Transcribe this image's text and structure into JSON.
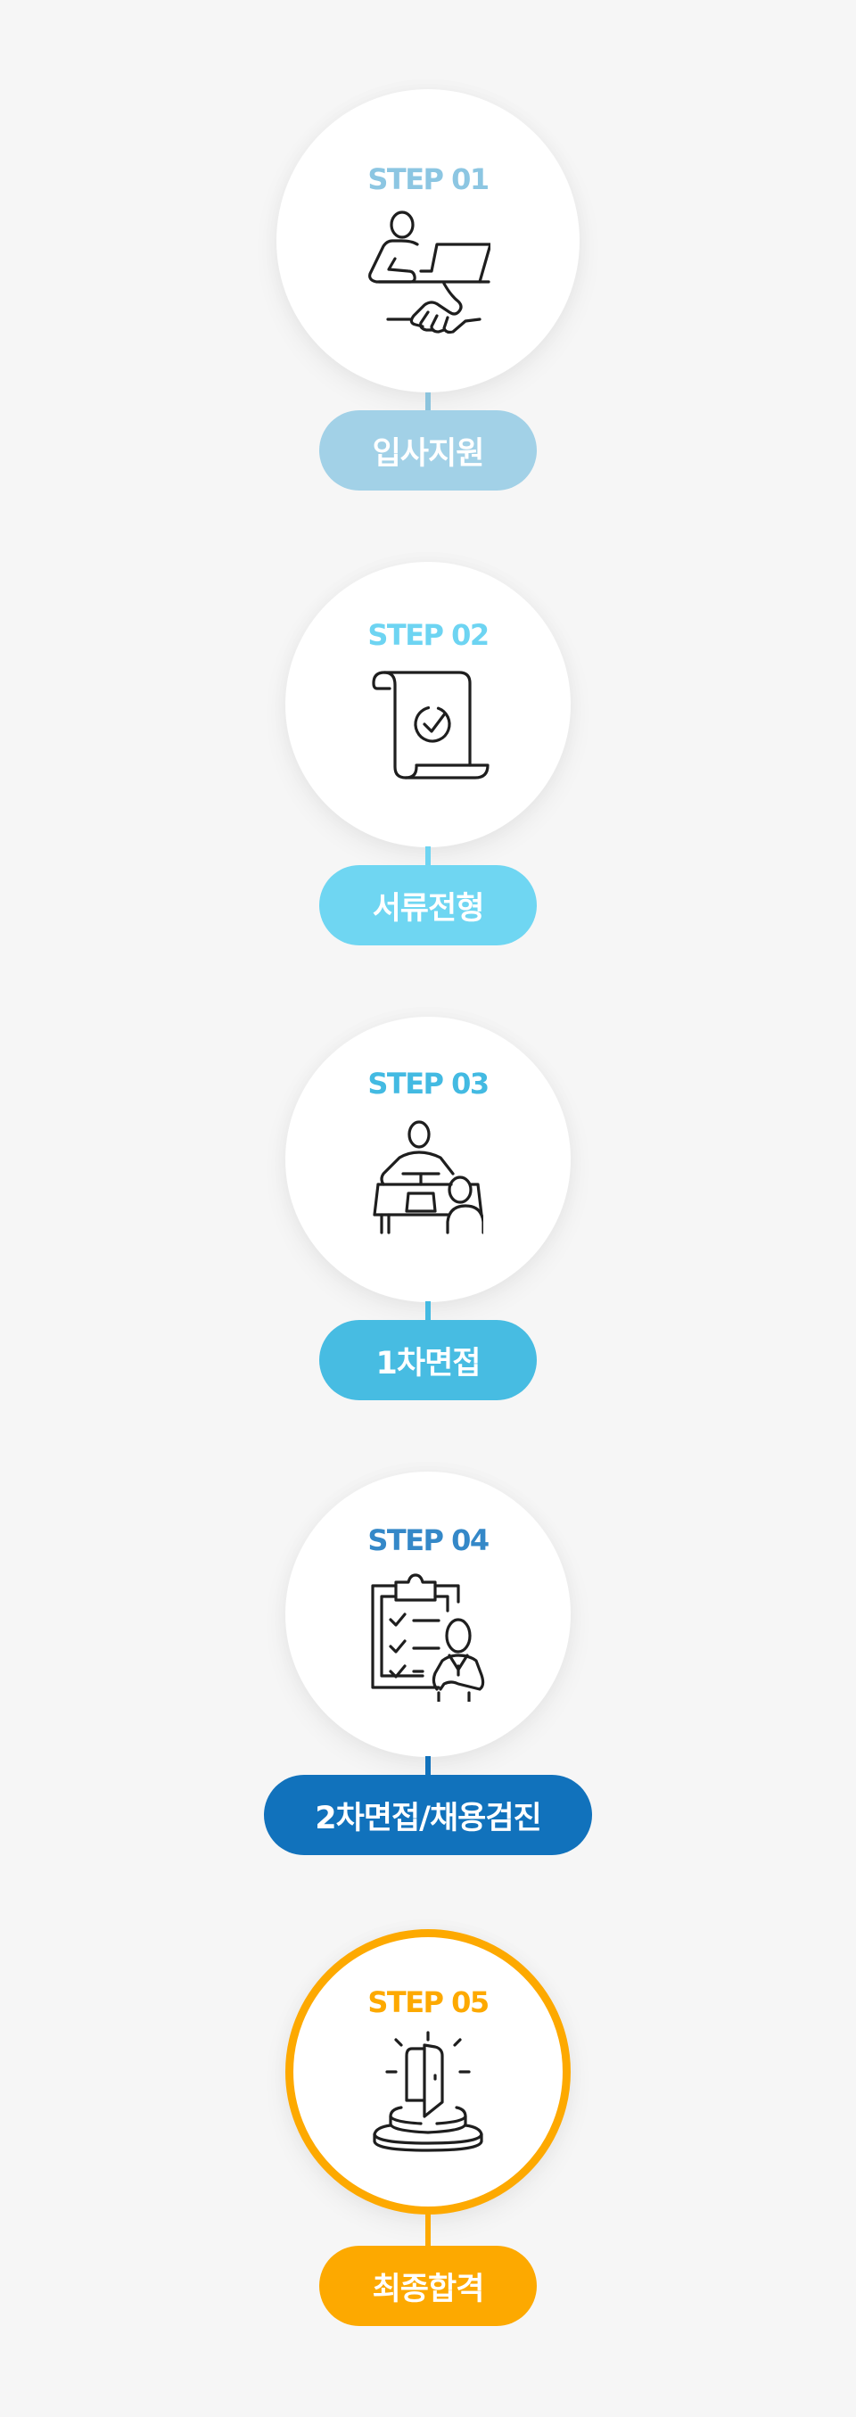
{
  "steps": [
    {
      "label": "STEP 01",
      "title": "입사지원",
      "icon": "applicant-handshake-icon",
      "text_color": "#8cc6e2",
      "pill_color": "#a2d1e7",
      "line_color": "#8cc4dd"
    },
    {
      "label": "STEP 02",
      "title": "서류전형",
      "icon": "document-check-scroll-icon",
      "text_color": "#6dd4f2",
      "pill_color": "#6fd6f2",
      "line_color": "#6dd4f2"
    },
    {
      "label": "STEP 03",
      "title": "1차면접",
      "icon": "interview-desk-icon",
      "text_color": "#43bae2",
      "pill_color": "#47bce2",
      "line_color": "#43bae2"
    },
    {
      "label": "STEP 04",
      "title": "2차면접/채용검진",
      "icon": "clipboard-checklist-person-icon",
      "text_color": "#3488c8",
      "pill_color": "#1172bc",
      "line_color": "#1172bc"
    },
    {
      "label": "STEP 05",
      "title": "최종합격",
      "icon": "open-door-podium-icon",
      "text_color": "#fda900",
      "pill_color": "#fda900",
      "line_color": "#fda900"
    }
  ]
}
